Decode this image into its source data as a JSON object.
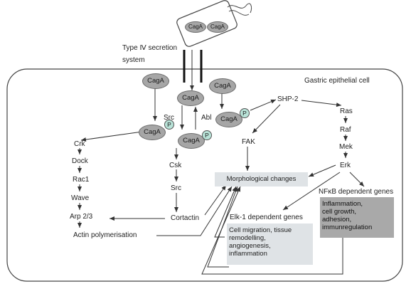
{
  "colors": {
    "oval_fill": "#a6a6a6",
    "phospho_fill": "#b9e3d8",
    "light_box": "#dfe3e6",
    "dark_box": "#a9a9a9",
    "stroke": "#333333"
  },
  "labels": {
    "secretion_line1": "Type Ⅳ secretion",
    "secretion_line2": "system",
    "cell": "Gastric epithelial cell",
    "src": "Src",
    "abl": "Abl",
    "shp2": "SHP-2",
    "fak": "FAK",
    "ras": "Ras",
    "raf": "Raf",
    "mek": "Mek",
    "erk": "Erk",
    "crk": "Crk",
    "dock": "Dock",
    "rac1": "Rac1",
    "wave": "Wave",
    "arp": "Arp 2/3",
    "actin": "Actin polymerisation",
    "csk": "Csk",
    "src2": "Src",
    "cortactin": "Cortactin",
    "elk": "Elk-1 dependent genes",
    "nfkb": "NFκB dependent genes"
  },
  "cagA": {
    "label": "CagA",
    "phospho": "P"
  },
  "morphological": "Morphological changes",
  "elk_box": [
    "Cell migration, tissue",
    "remodelling,",
    "angiogenesis,",
    "inflammation"
  ],
  "nfkb_box": [
    "Inflammation,",
    "cell growth,",
    "adhesion,",
    "immunregulation"
  ]
}
